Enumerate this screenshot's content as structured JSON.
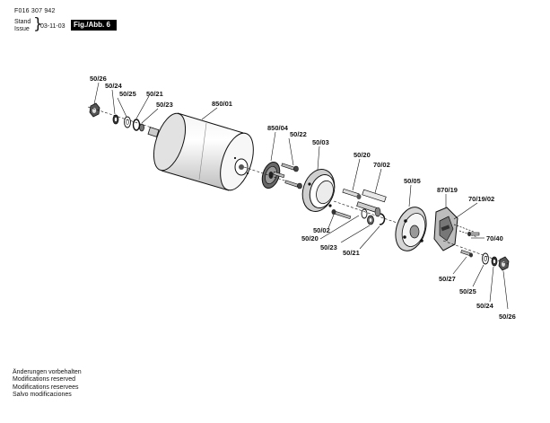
{
  "header": {
    "doc_number": "F016 307 942",
    "stand_label": "Stand",
    "issue_label": "Issue",
    "date": "03-11-03",
    "figure_label": "Fig./Abb. 6"
  },
  "labels": {
    "l_50_26_top": "50/26",
    "l_50_24_top": "50/24",
    "l_50_25_top": "50/25",
    "l_50_21_top": "50/21",
    "l_50_23_top": "50/23",
    "l_850_01": "850/01",
    "l_850_04": "850/04",
    "l_50_22": "50/22",
    "l_50_03": "50/03",
    "l_50_20_top": "50/20",
    "l_70_02": "70/02",
    "l_50_05": "50/05",
    "l_870_19": "870/19",
    "l_70_19_02": "70/19/02",
    "l_70_40": "70/40",
    "l_50_02": "50/02",
    "l_50_20_bot": "50/20",
    "l_50_23_bot": "50/23",
    "l_50_21_bot": "50/21",
    "l_50_27": "50/27",
    "l_50_25_bot": "50/25",
    "l_50_24_bot": "50/24",
    "l_50_26_bot": "50/26"
  },
  "footer": {
    "line_de": "Änderungen vorbehalten",
    "line_en": "Modifications reserved",
    "line_fr": "Modifications reservees",
    "line_es": "Salvo modificaciones"
  }
}
